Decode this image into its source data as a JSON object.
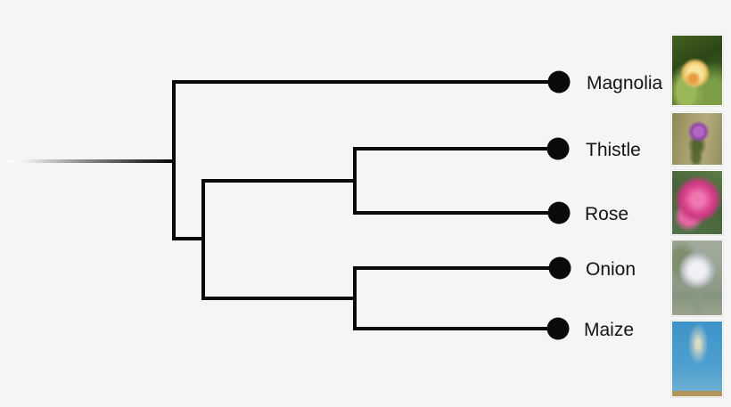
{
  "page": {
    "background_color": "#f5f5f5"
  },
  "diagram": {
    "type": "cladogram",
    "topology_newick": "(Magnolia,((Thistle,Rose),(Onion,Maize)));",
    "branch_color": "#0a0a0a",
    "node_color": "#0a0a0a",
    "text_color": "#141414",
    "root_fade_start_color": "#ffffff",
    "taxa": [
      {
        "label": "Magnolia",
        "photo": "yellow magnolia bloom among dark green leaves"
      },
      {
        "label": "Thistle",
        "photo": "purple thistle flower in dry tan grass"
      },
      {
        "label": "Rose",
        "photo": "deep pink rose against green foliage"
      },
      {
        "label": "Onion",
        "photo": "pale round onion flower head on blurred green background"
      },
      {
        "label": "Maize",
        "photo": "maize plant with tassel against blue sky"
      }
    ]
  }
}
